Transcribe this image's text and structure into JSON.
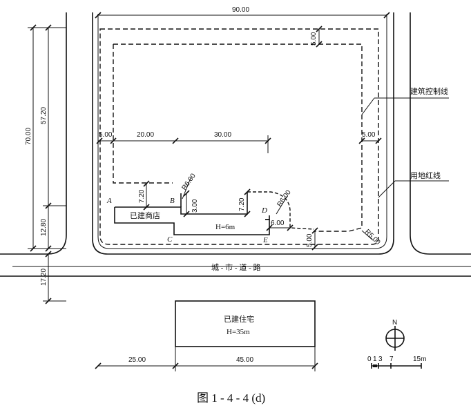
{
  "dims": {
    "top_width": "90.00",
    "left_total": "70.00",
    "left_upper": "57.20",
    "left_lower": "12.80",
    "road_width": "17.20",
    "setback_left": "5.00",
    "setback_right": "5.00",
    "setback_top": "5.00",
    "setback_bottom": "5.00",
    "dist_20": "20.00",
    "dist_30": "30.00",
    "shop_setback": "7.20",
    "b_height": "3.00",
    "d_height": "7.20",
    "e_offset": "6.00",
    "bottom_25": "25.00",
    "bottom_45": "45.00"
  },
  "radii": {
    "r1": "R6.00",
    "r2": "R6.00",
    "r3": "R5.00"
  },
  "points": {
    "a": "A",
    "b": "B",
    "c": "C",
    "d": "D",
    "e": "E"
  },
  "labels": {
    "control_line": "建筑控制线",
    "red_line": "用地红线",
    "road": "城 - 市 - 道 - 路",
    "shop": "已建商店",
    "shop_height": "H=6m",
    "residence": "已建住宅",
    "residence_height": "H=35m",
    "north": "N"
  },
  "scale_bar": {
    "labels": [
      "0",
      "1",
      "3",
      "7",
      "15m"
    ]
  },
  "caption": "图 1 - 4 - 4 (d)"
}
